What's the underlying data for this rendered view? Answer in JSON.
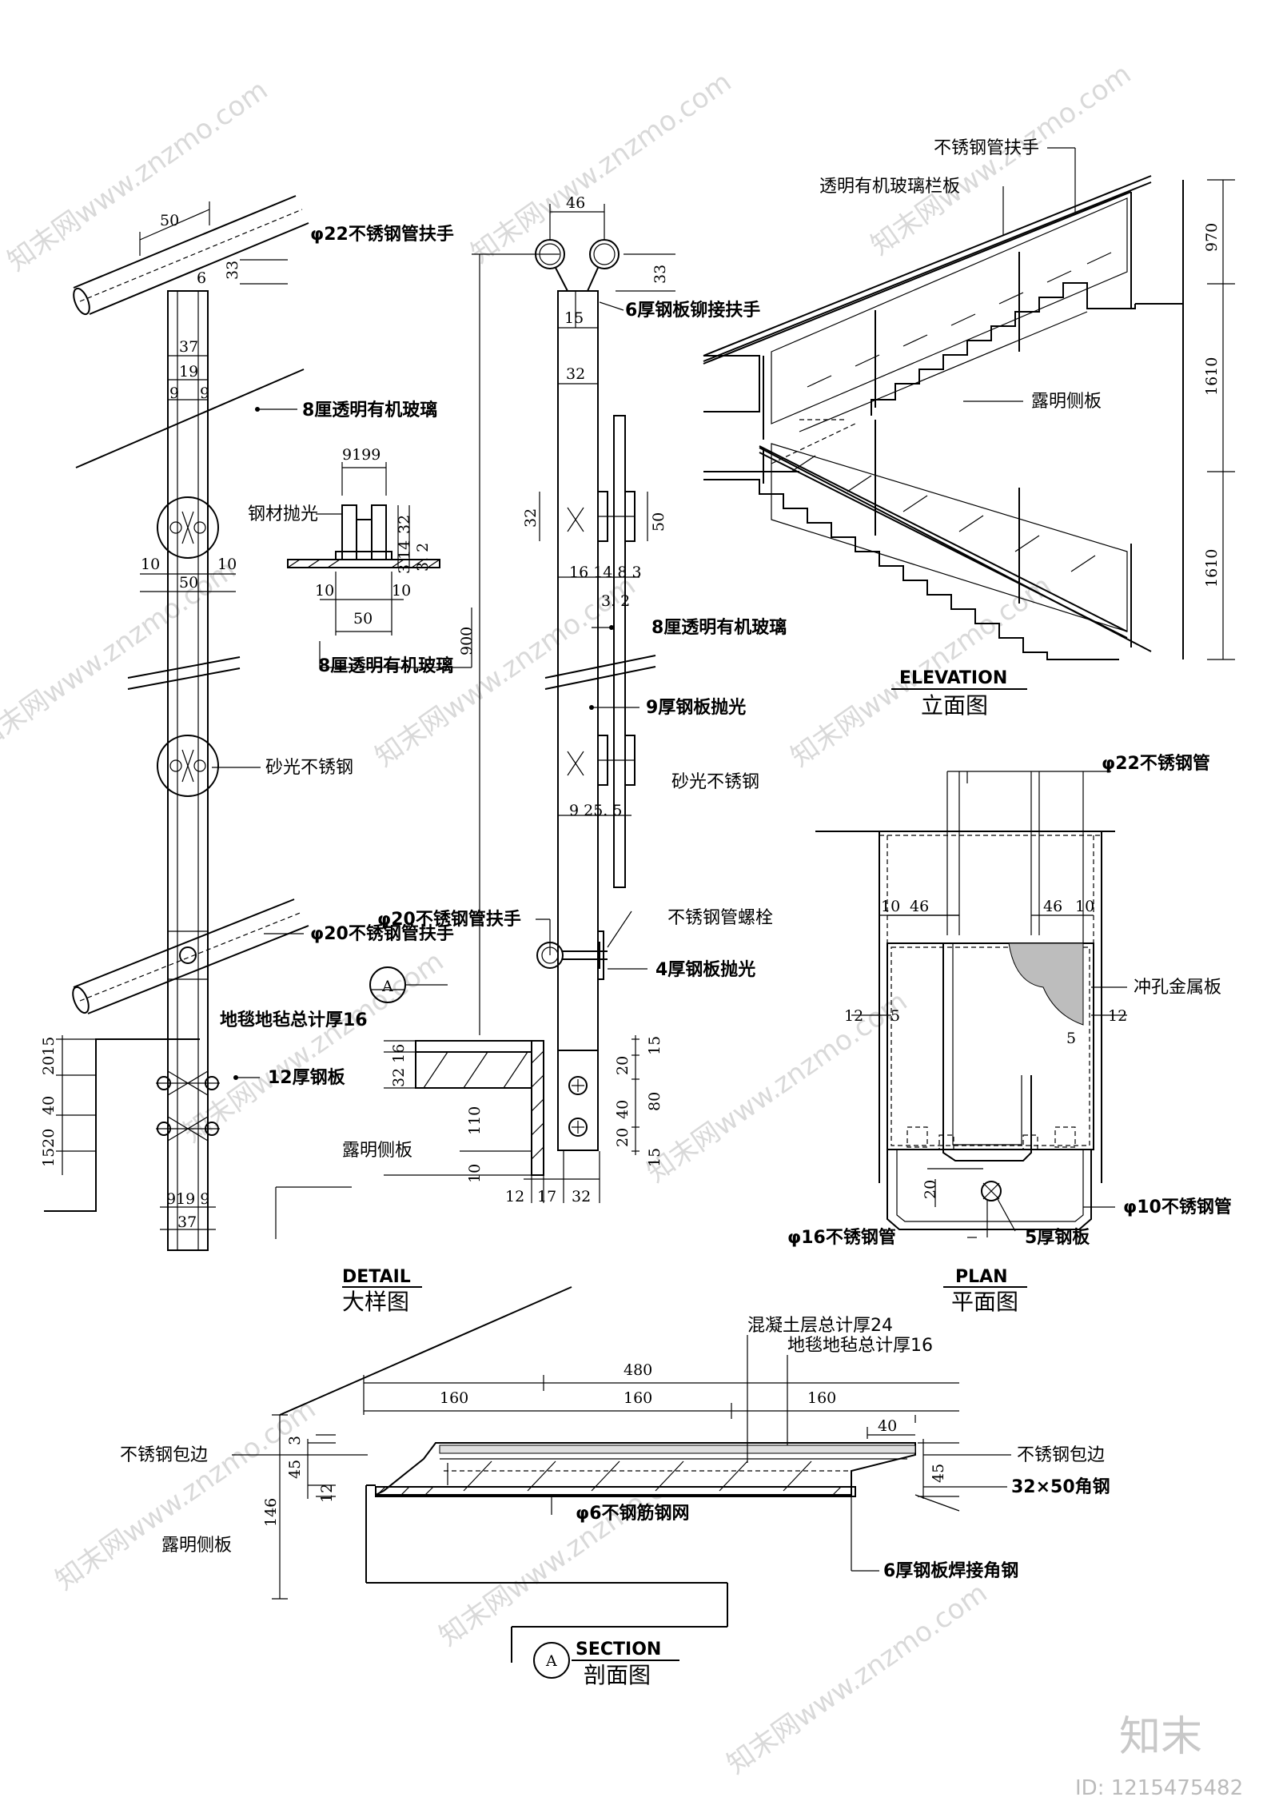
{
  "watermark": {
    "site": "znzmo.com",
    "logo": "知末",
    "id": "ID: 1215475482",
    "mark": "知末网www.znzmo.com"
  },
  "detail": {
    "caption_en": "DETAIL",
    "caption_cn": "大样图",
    "labels": {
      "handrail_22": "φ22不锈钢管扶手",
      "glass_8_a": "8厘透明有机玻璃",
      "steel_polish": "钢材抛光",
      "glass_8_b": "8厘透明有机玻璃",
      "sand_steel_a": "砂光不锈钢",
      "handrail_20_a": "φ20不锈钢管扶手",
      "carpet_16": "地毯地毡总计厚16",
      "plate_12": "12厚钢板",
      "plate_6_rivet": "6厚钢板铆接扶手",
      "glass_8_c": "8厘透明有机玻璃",
      "plate_9": "9厚钢板抛光",
      "sand_steel_b": "砂光不锈钢",
      "handrail_20_b": "φ20不锈钢管扶手",
      "bolt": "不锈钢管螺栓",
      "plate_4": "4厚钢板抛光",
      "side_plate": "露明侧板",
      "ref_a": "A"
    },
    "dims": {
      "d50": "50",
      "d6": "6",
      "d33a": "33",
      "d37a": "37",
      "d19a": "19",
      "d9a": "9",
      "d9b": "9",
      "d10a": "10",
      "d50b": "50",
      "d10b": "10",
      "d9c": "9",
      "d19c": "19",
      "d9d": "9",
      "d32c": "32",
      "d14": "14",
      "d3": "3",
      "d32d": "3. 2",
      "d10c": "10",
      "d10d": "10",
      "d50c": "50",
      "d2015": "2015",
      "d40a": "40",
      "d1520": "1520",
      "d919b": "919 9",
      "d37b": "37",
      "d46": "46",
      "d33b": "33",
      "d15": "15",
      "d32b": "32",
      "d900": "900",
      "d32e": "32",
      "d50d": "50",
      "d16148": "16 14 8 3",
      "d32f": "3. 2",
      "d9255": "9 25. 5",
      "d16": "16",
      "d32g": "32",
      "d110": "110",
      "d10e": "10",
      "d15b": "15",
      "d20a": "20",
      "d40b": "40",
      "d80": "80",
      "d20b": "20",
      "d15c": "15",
      "d12": "12",
      "d17": "17",
      "d32h": "32"
    }
  },
  "elevation": {
    "caption_en": "ELEVATION",
    "caption_cn": "立面图",
    "labels": {
      "handrail": "不锈钢管扶手",
      "glass_panel": "透明有机玻璃栏板",
      "side_plate": "露明侧板"
    },
    "dims": {
      "h970": "970",
      "h1610a": "1610",
      "h1610b": "1610"
    }
  },
  "plan": {
    "caption_en": "PLAN",
    "caption_cn": "平面图",
    "labels": {
      "pipe22": "φ22不锈钢管",
      "perforated": "冲孔金属板",
      "pipe10": "φ10不锈钢管",
      "pipe16": "φ16不锈钢管",
      "plate5": "5厚钢板"
    },
    "dims": {
      "d10a": "10",
      "d46a": "46",
      "d46b": "46",
      "d10b": "10",
      "d12a": "12",
      "d5a": "5",
      "d12b": "12",
      "d5b": "5",
      "d20": "20"
    }
  },
  "section": {
    "caption_en": "SECTION",
    "caption_cn": "剖面图",
    "ref": "A",
    "labels": {
      "concrete": "混凝土层总计厚24",
      "carpet": "地毯地毡总计厚16",
      "edge_left": "不锈钢包边",
      "edge_right": "不锈钢包边",
      "angle": "32×50角钢",
      "mesh": "φ6不钢筋钢网",
      "side_plate": "露明侧板",
      "weld": "6厚钢板焊接角钢"
    },
    "dims": {
      "d480": "480",
      "d160a": "160",
      "d160b": "160",
      "d160c": "160",
      "d40": "40",
      "d3": "3",
      "d45a": "45",
      "d12": "12",
      "d146": "146",
      "d45b": "45"
    }
  }
}
